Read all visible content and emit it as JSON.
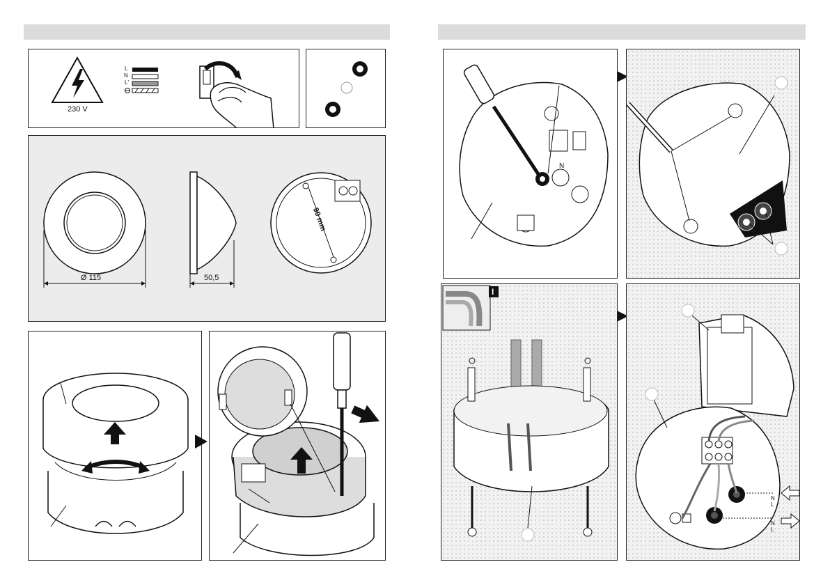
{
  "warning": {
    "voltage": "230 V"
  },
  "wires": {
    "l": "L",
    "n": "N",
    "l_prime": "L'"
  },
  "dimensions": {
    "diameter": "Ø 115",
    "height": "50,5",
    "hole_spacing": "90 mm"
  },
  "terminals": {
    "n": "N",
    "l": "L"
  },
  "mounting": {
    "flush_marker": "I"
  },
  "colors": {
    "header": "#dcdcdc",
    "panel_grey": "#ececec",
    "line": "#1a1a1a"
  }
}
